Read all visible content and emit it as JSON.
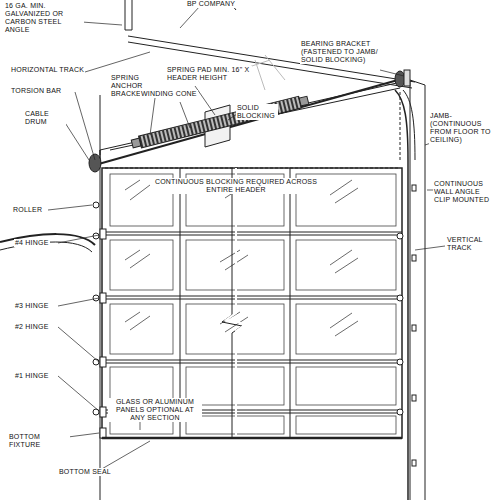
{
  "diagram": {
    "labels": [
      "16 GA. MIN. GALVANIZED OR CARBON STEEL ANGLE",
      "BP COMPANY",
      "HORIZONTAL TRACK",
      "SPRING ANCHOR BRACKET",
      "SPRING PAD MIN. 16\" X HEADER HEIGHT",
      "BEARING BRACKET (FASTENED TO JAMB/ SOLID BLOCKING)",
      "TORSION BAR",
      "WINDING CONE",
      "SOLID BLOCKING",
      "JAMB- (CONTINUOUS FROM FLOOR TO CEILING)",
      "CABLE DRUM",
      "CONTINUOUS BLOCKING REQUIRED ACROSS ENTIRE HEADER",
      "ROLLER",
      "CONTINUOUS WALL ANGLE CLIP MOUNTED",
      "#4 HINGE",
      "VERTICAL TRACK",
      "#3 HINGE",
      "#2 HINGE",
      "#1 HINGE",
      "GLASS OR ALUMINUM PANELS OPTIONAL AT ANY SECTION",
      "BOTTOM FIXTURE",
      "BOTTOM SEAL"
    ]
  }
}
